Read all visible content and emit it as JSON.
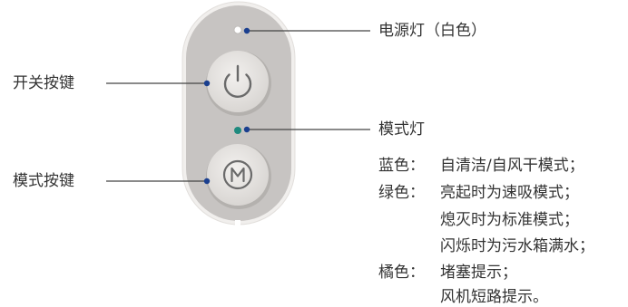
{
  "labels": {
    "power_light": "电源灯（白色）",
    "mode_light": "模式灯",
    "power_button": "开关按键",
    "mode_button": "模式按键"
  },
  "mode_light_states": {
    "blue": {
      "color_label": "蓝色：",
      "lines": [
        "自清洁/自风干模式；"
      ]
    },
    "green": {
      "color_label": "绿色：",
      "lines": [
        "亮起时为速吸模式；",
        "熄灭时为标准模式；",
        "闪烁时为污水箱满水；"
      ]
    },
    "orange": {
      "color_label": "橘色：",
      "lines": [
        "堵塞提示；",
        "风机短路提示。"
      ]
    }
  },
  "colors": {
    "panel": "#c7c4c2",
    "panel_edge": "#f1efed",
    "button": "#e3e1de",
    "icon_stroke": "#6a6a6a",
    "power_led": "#ffffff",
    "mode_led": "#1e8a7e",
    "leader": "#444444",
    "text": "#333333"
  },
  "icons": {
    "power_button": "power-icon",
    "mode_button": "letter-m-icon"
  }
}
